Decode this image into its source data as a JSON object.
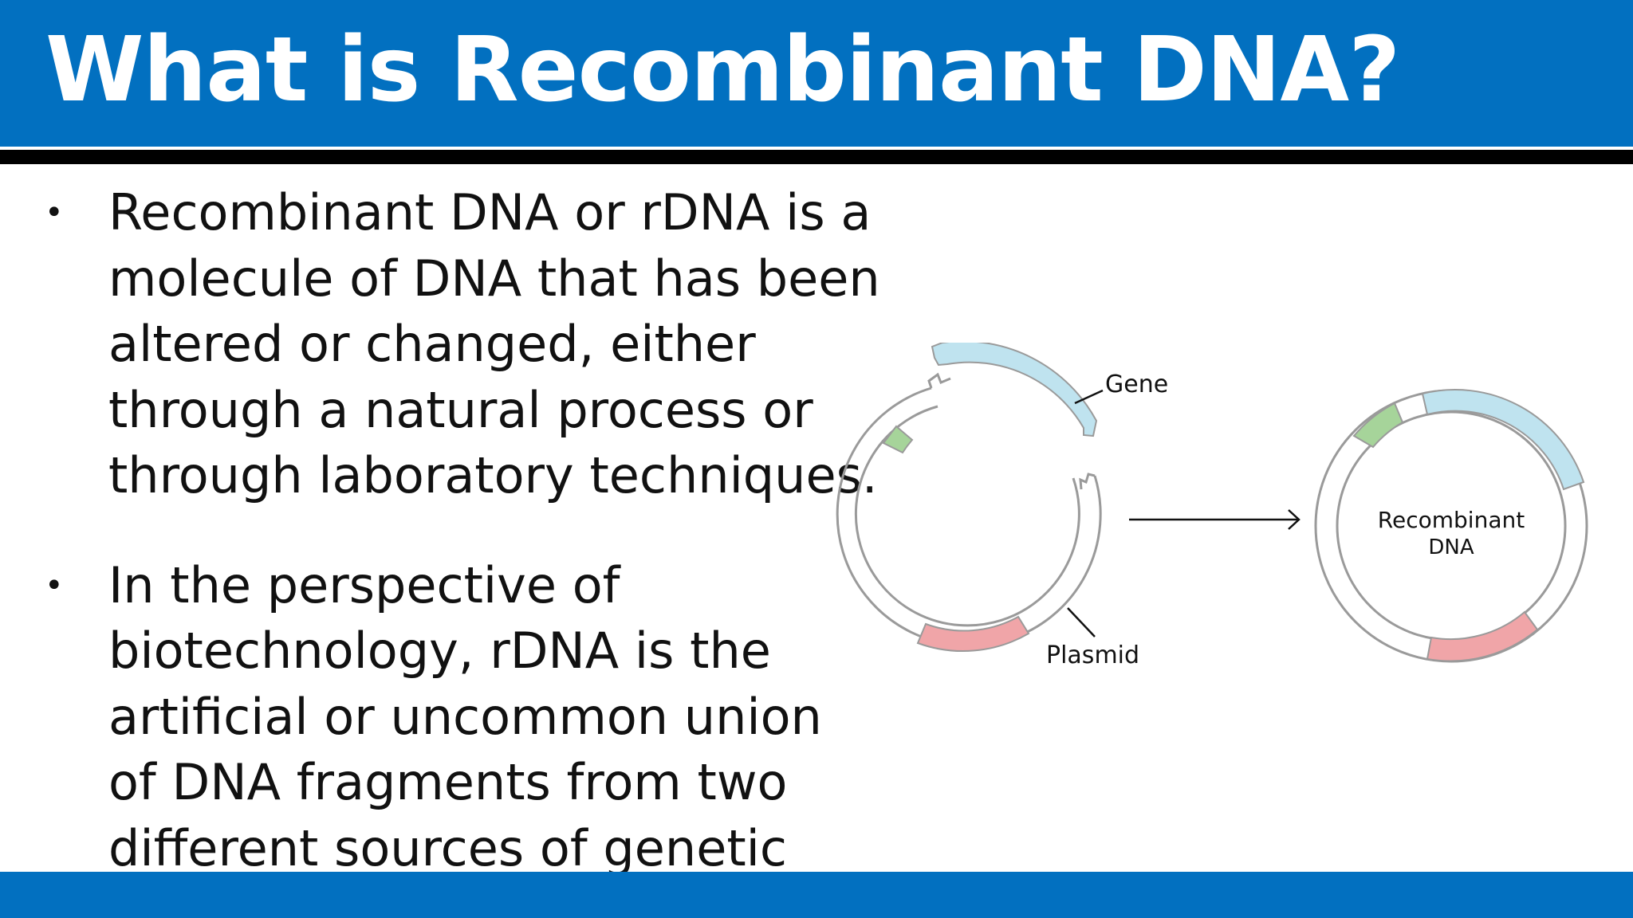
{
  "slide": {
    "title": "What is Recombinant DNA?",
    "bullets": [
      "Recombinant DNA or rDNA is a molecule of DNA that has been altered or changed, either through a natural process or through laboratory techniques.",
      "In the perspective of biotechnology, rDNA is the artificial or uncommon union of DNA fragments from two different sources of genetic"
    ],
    "bullet_symbol": "•"
  },
  "diagram": {
    "labels": {
      "gene": "Gene",
      "plasmid": "Plasmid",
      "recombinant_line1": "Recombinant",
      "recombinant_line2": "DNA"
    },
    "colors": {
      "header_blue": "#0270c0",
      "gene_segment": "#bfe3ef",
      "green_segment": "#a6d49a",
      "red_segment": "#f0a5a8",
      "ring_stroke": "#9a9a9a"
    },
    "icons": [
      "right-arrow-icon"
    ]
  }
}
